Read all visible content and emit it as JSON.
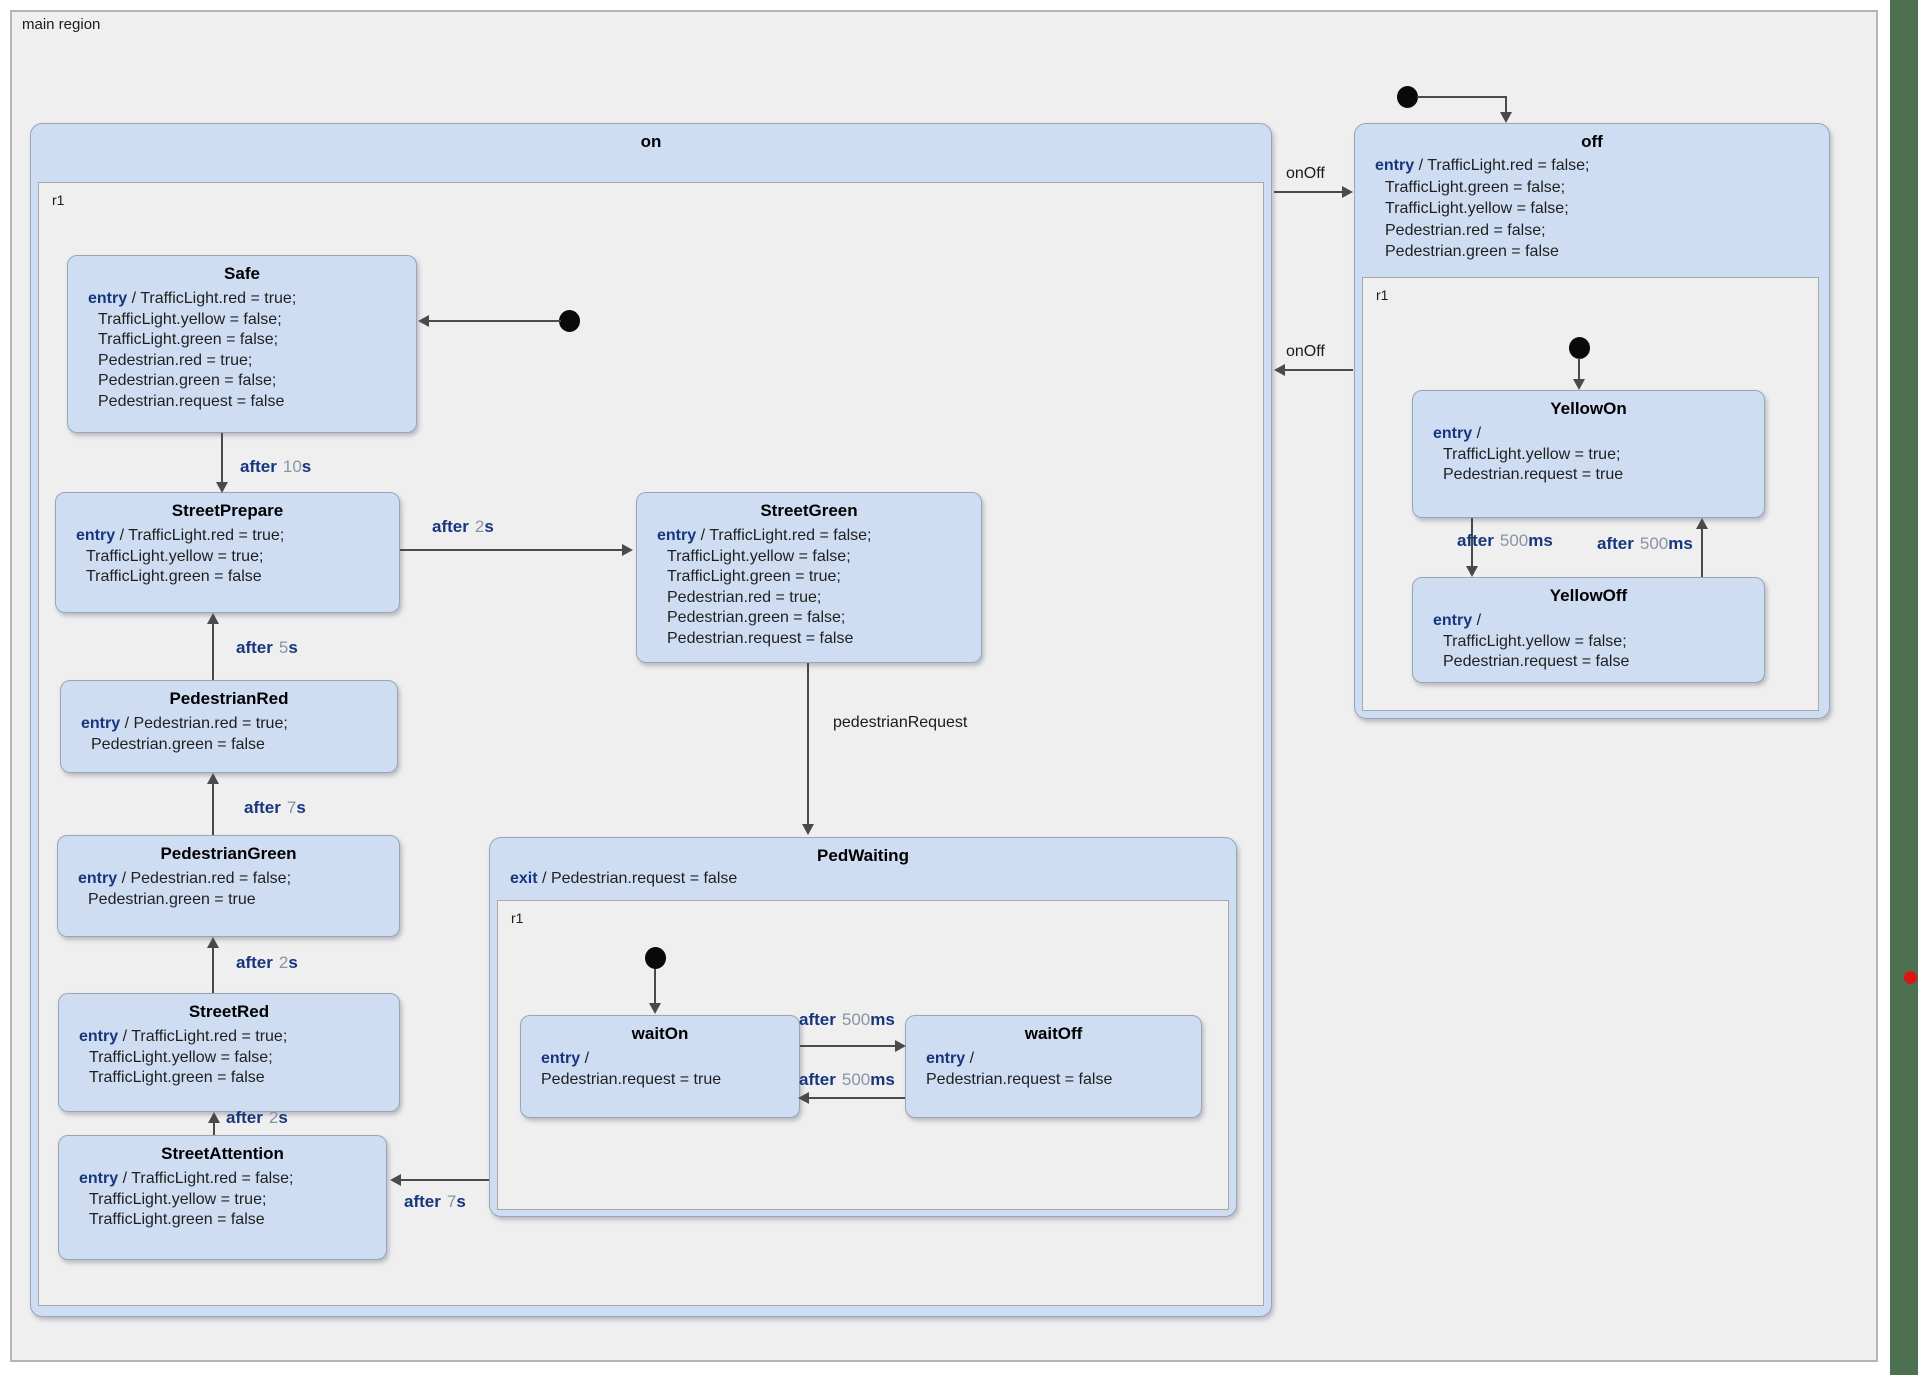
{
  "diagram": {
    "main_region_label": "main region",
    "separator": "/"
  },
  "colors": {
    "state_fill": "#cfddf3",
    "region_fill": "#efeff0",
    "keyword_blue": "#17367e",
    "number_gray": "#8a93a5",
    "ruler_green": "#4b7150",
    "marker_red": "#dd1411"
  },
  "states": {
    "on": {
      "title": "on",
      "region": "r1"
    },
    "off": {
      "title": "off",
      "keyword": "entry",
      "region": "r1",
      "actions": [
        "TrafficLight.red = false;",
        "TrafficLight.green = false;",
        "TrafficLight.yellow = false;",
        "Pedestrian.red = false;",
        "Pedestrian.green = false"
      ]
    },
    "safe": {
      "title": "Safe",
      "keyword": "entry",
      "actions": [
        "TrafficLight.red = true;",
        "TrafficLight.yellow = false;",
        "TrafficLight.green = false;",
        "Pedestrian.red = true;",
        "Pedestrian.green = false;",
        "Pedestrian.request = false"
      ]
    },
    "street_prepare": {
      "title": "StreetPrepare",
      "keyword": "entry",
      "actions": [
        "TrafficLight.red = true;",
        "TrafficLight.yellow = true;",
        "TrafficLight.green = false"
      ]
    },
    "street_green": {
      "title": "StreetGreen",
      "keyword": "entry",
      "actions": [
        "TrafficLight.red = false;",
        "TrafficLight.yellow = false;",
        "TrafficLight.green = true;",
        "Pedestrian.red = true;",
        "Pedestrian.green = false;",
        "Pedestrian.request = false"
      ]
    },
    "pedestrian_red": {
      "title": "PedestrianRed",
      "keyword": "entry",
      "actions": [
        "Pedestrian.red = true;",
        "Pedestrian.green = false"
      ]
    },
    "pedestrian_green": {
      "title": "PedestrianGreen",
      "keyword": "entry",
      "actions": [
        "Pedestrian.red = false;",
        "Pedestrian.green = true"
      ]
    },
    "street_red": {
      "title": "StreetRed",
      "keyword": "entry",
      "actions": [
        "TrafficLight.red = true;",
        "TrafficLight.yellow = false;",
        "TrafficLight.green = false"
      ]
    },
    "street_attention": {
      "title": "StreetAttention",
      "keyword": "entry",
      "actions": [
        "TrafficLight.red = false;",
        "TrafficLight.yellow = true;",
        "TrafficLight.green = false"
      ]
    },
    "ped_waiting": {
      "title": "PedWaiting",
      "keyword": "exit",
      "region": "r1",
      "actions": [
        "Pedestrian.request = false"
      ]
    },
    "wait_on": {
      "title": "waitOn",
      "keyword": "entry",
      "actions": [
        "Pedestrian.request = true"
      ]
    },
    "wait_off": {
      "title": "waitOff",
      "keyword": "entry",
      "actions": [
        "Pedestrian.request = false"
      ]
    },
    "yellow_on": {
      "title": "YellowOn",
      "keyword": "entry",
      "actions": [
        "TrafficLight.yellow = true;",
        "Pedestrian.request = true"
      ]
    },
    "yellow_off": {
      "title": "YellowOff",
      "keyword": "entry",
      "actions": [
        "TrafficLight.yellow = false;",
        "Pedestrian.request = false"
      ]
    }
  },
  "transitions": {
    "safe_to_streetprepare": {
      "keyword": "after",
      "value": "10",
      "unit": "s"
    },
    "streetprepare_to_streetgreen": {
      "keyword": "after",
      "value": "2",
      "unit": "s"
    },
    "pedestrianred_to_streetprepare": {
      "keyword": "after",
      "value": "5",
      "unit": "s"
    },
    "pedestriangreen_to_pedestrianred": {
      "keyword": "after",
      "value": "7",
      "unit": "s"
    },
    "streetred_to_pedestriangreen": {
      "keyword": "after",
      "value": "2",
      "unit": "s"
    },
    "streetattention_to_streetred": {
      "keyword": "after",
      "value": "2",
      "unit": "s"
    },
    "pedwaiting_to_streetattention": {
      "keyword": "after",
      "value": "7",
      "unit": "s"
    },
    "streetgreen_to_pedwaiting": {
      "label": "pedestrianRequest"
    },
    "waiton_to_waitoff": {
      "keyword": "after",
      "value": "500",
      "unit": "ms"
    },
    "waitoff_to_waiton": {
      "keyword": "after",
      "value": "500",
      "unit": "ms"
    },
    "on_to_off": {
      "label": "onOff"
    },
    "off_to_on": {
      "label": "onOff"
    },
    "yellowon_to_yellowoff": {
      "keyword": "after",
      "value": "500",
      "unit": "ms"
    },
    "yellowoff_to_yellowon": {
      "keyword": "after",
      "value": "500",
      "unit": "ms"
    }
  }
}
